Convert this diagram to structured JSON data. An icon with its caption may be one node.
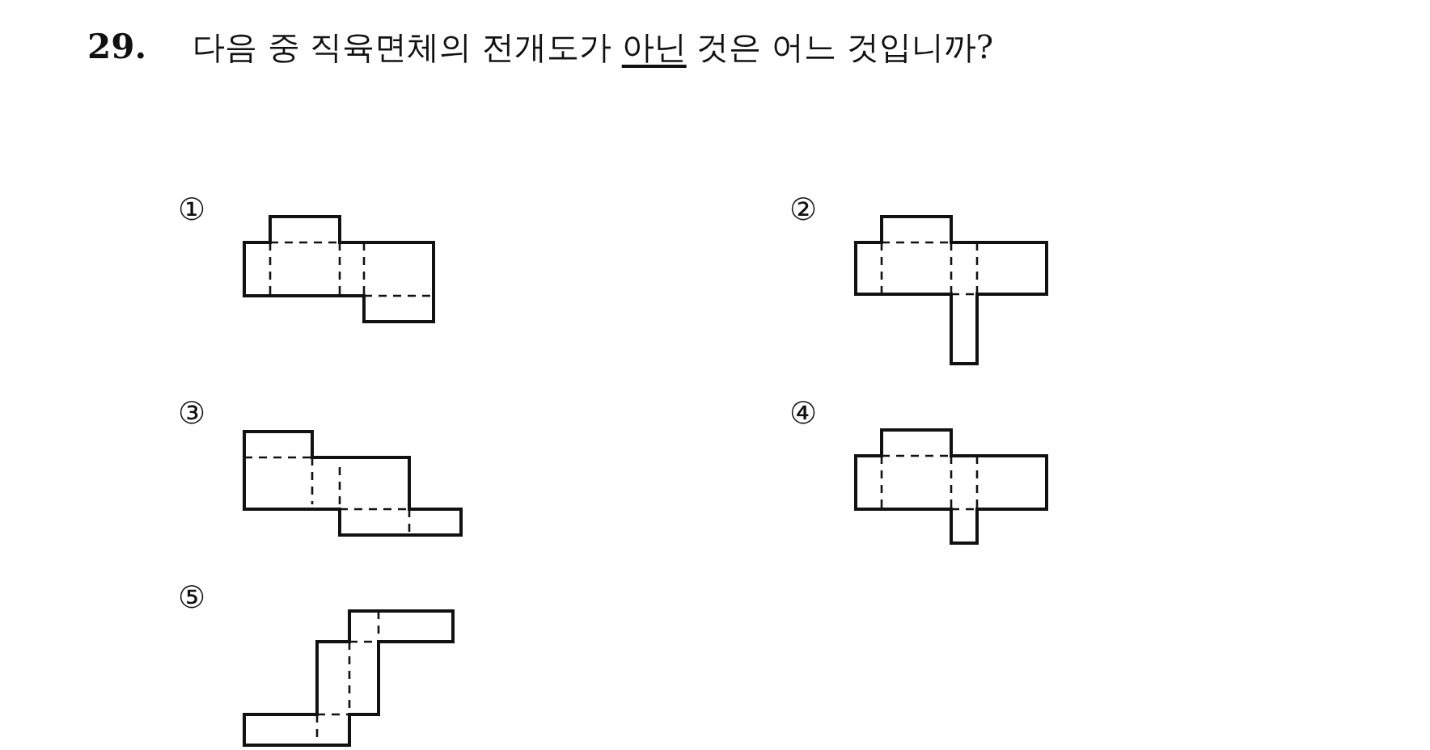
{
  "diagram": {
    "title": "**29.** 다음 중 직육면체의 전개도가 *아닌* 것은 어느 것입니까?",
    "labels": [
      "①",
      "②",
      "③",
      "④",
      "⑤"
    ]
  }
}
